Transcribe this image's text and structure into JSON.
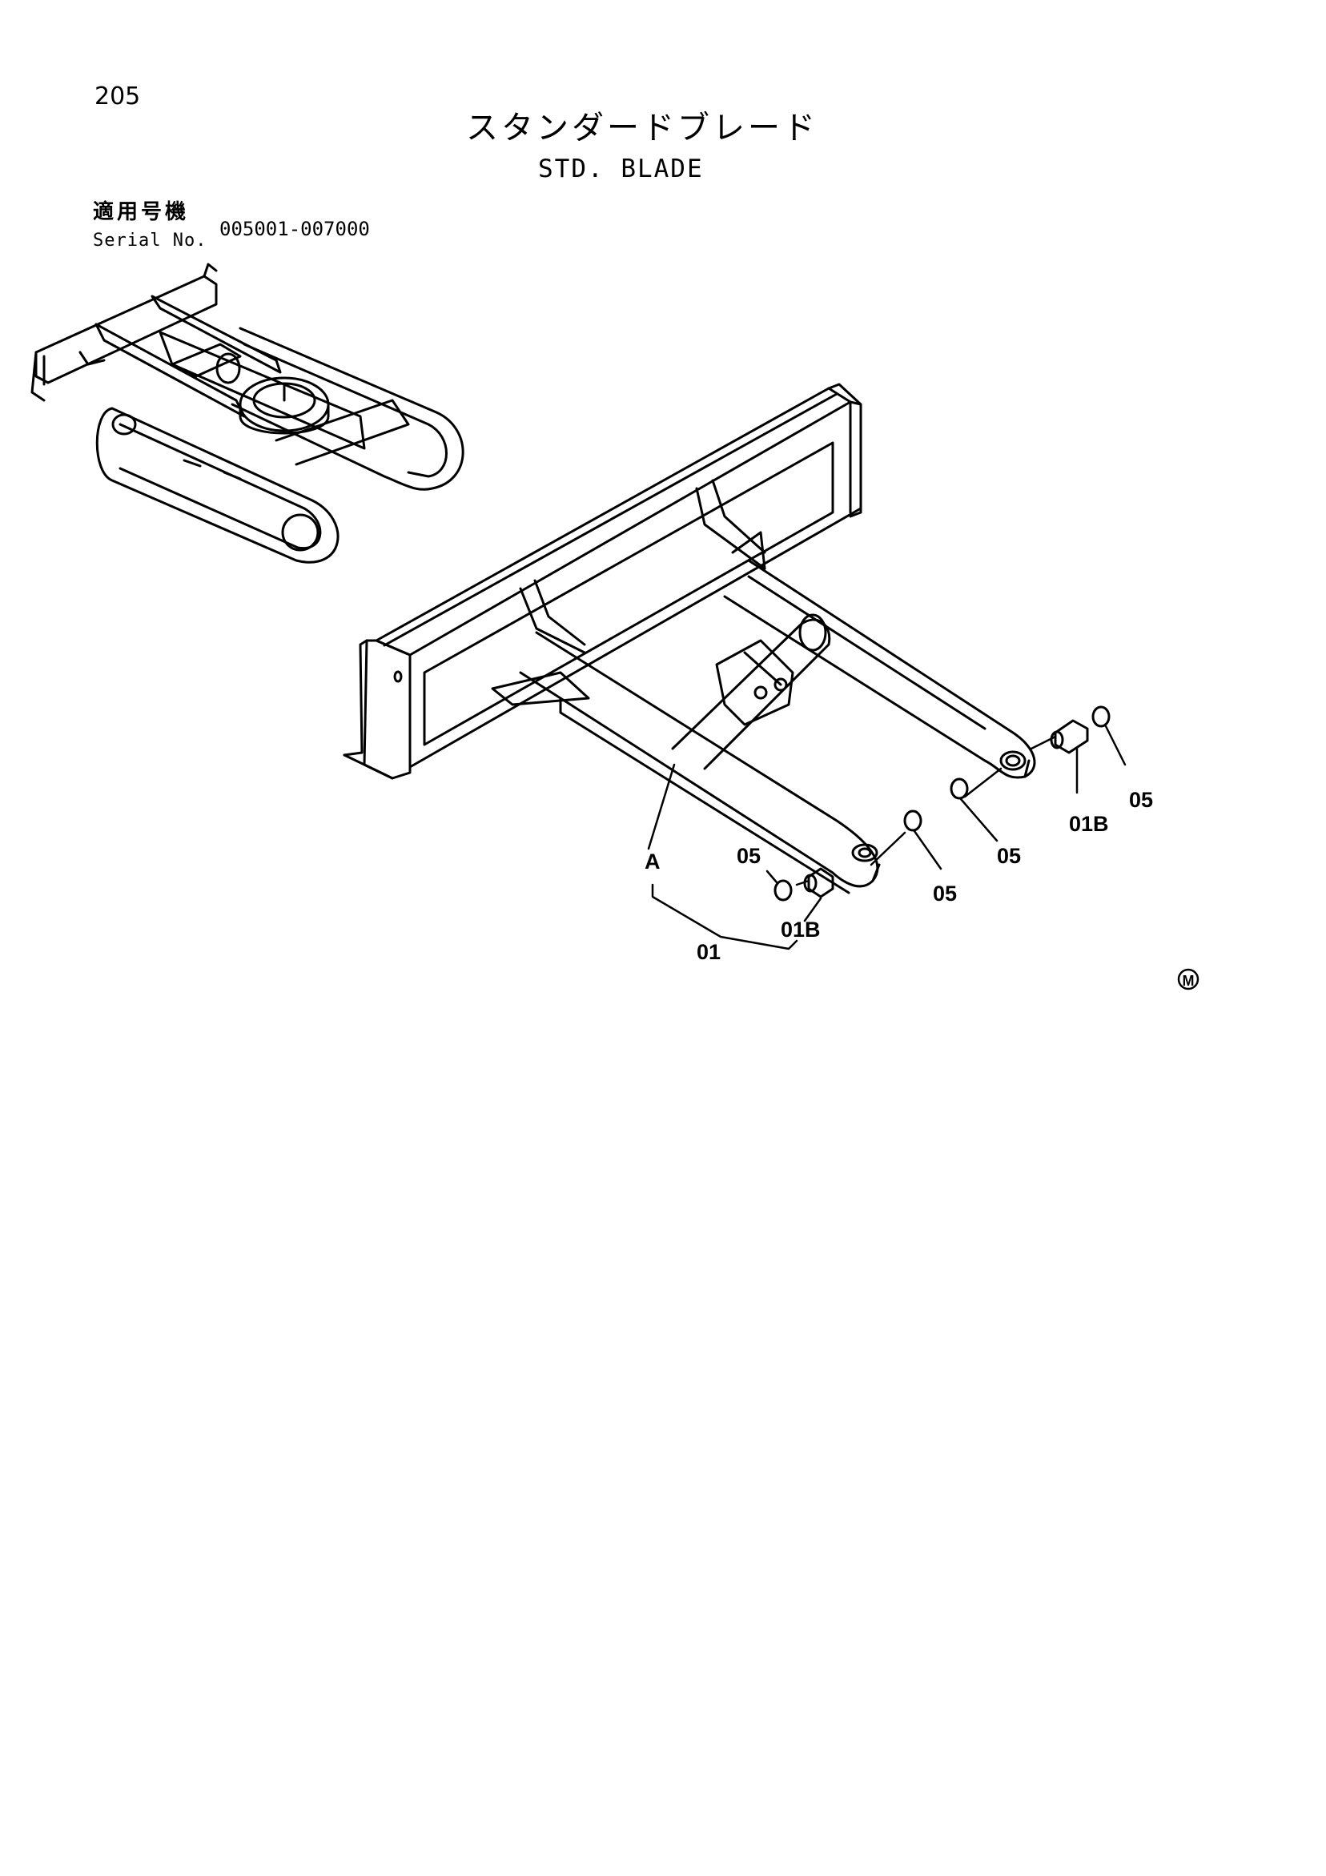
{
  "header": {
    "page_number": "205",
    "title_jp": "スタンダードブレード",
    "title_en": "STD. BLADE"
  },
  "serial": {
    "label_jp": "適用号機",
    "label_en": "Serial No.",
    "range": "005001-007000"
  },
  "callouts": {
    "c01": "01",
    "c01b_left": "01B",
    "c01b_right": "01B",
    "c05_a": "05",
    "c05_b": "05",
    "c05_c": "05",
    "c05_d": "05",
    "cA": "A"
  },
  "mark": {
    "m": "M"
  }
}
